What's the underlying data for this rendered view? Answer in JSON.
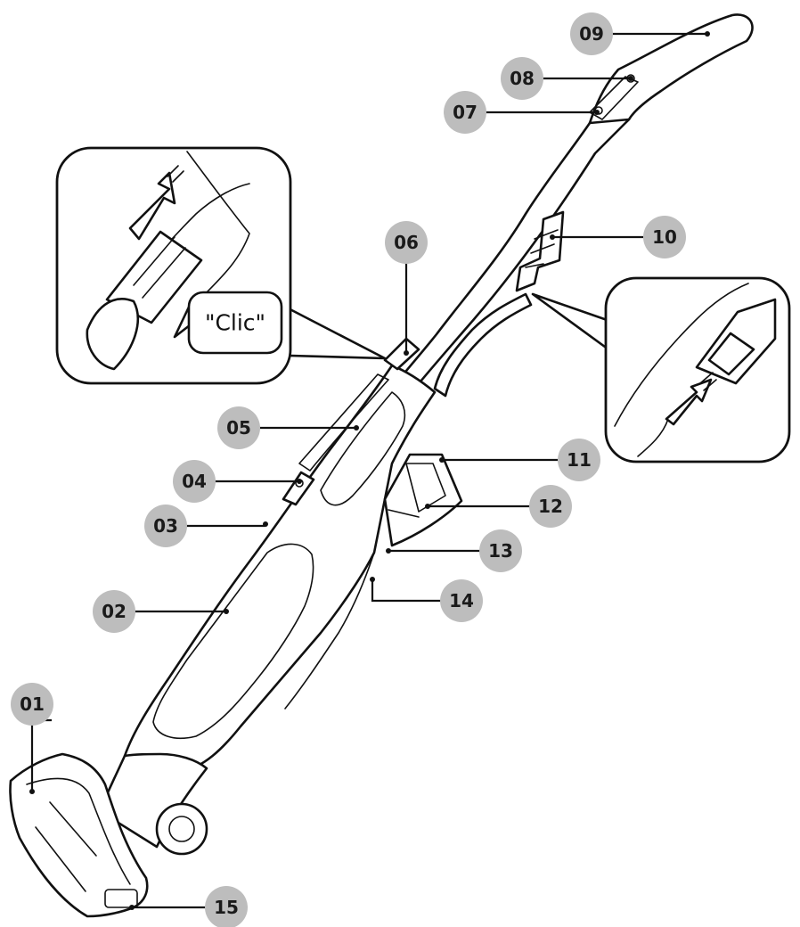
{
  "callouts": [
    {
      "id": "01",
      "label": "01"
    },
    {
      "id": "02",
      "label": "02"
    },
    {
      "id": "03",
      "label": "03"
    },
    {
      "id": "04",
      "label": "04"
    },
    {
      "id": "05",
      "label": "05"
    },
    {
      "id": "06",
      "label": "06"
    },
    {
      "id": "07",
      "label": "07"
    },
    {
      "id": "08",
      "label": "08"
    },
    {
      "id": "09",
      "label": "09"
    },
    {
      "id": "10",
      "label": "10"
    },
    {
      "id": "11",
      "label": "11"
    },
    {
      "id": "12",
      "label": "12"
    },
    {
      "id": "13",
      "label": "13"
    },
    {
      "id": "14",
      "label": "14"
    },
    {
      "id": "15",
      "label": "15"
    }
  ],
  "inset_left": {
    "speech_text": "\"Clic\""
  },
  "colors": {
    "badge": "#bdbdbd",
    "line": "#111111",
    "background": "#ffffff"
  }
}
